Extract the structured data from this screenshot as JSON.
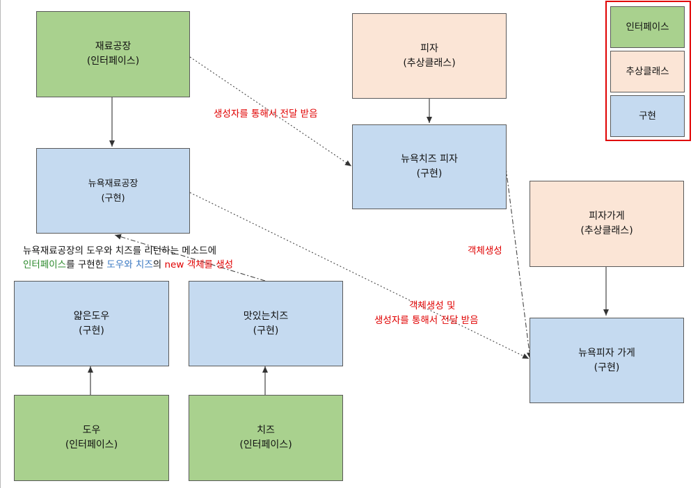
{
  "boxes": {
    "ingredient_factory": {
      "line1": "재료공장",
      "line2": "(인터페이스)"
    },
    "pizza": {
      "line1": "피자",
      "line2": "(추상클래스)"
    },
    "newyork_ingredient_factory": {
      "line1": "뉴욕재료공장",
      "line2": "(구현)"
    },
    "newyork_cheese_pizza": {
      "line1": "뉴욕치즈 피자",
      "line2": "(구현)"
    },
    "pizza_store": {
      "line1": "피자가게",
      "line2": "(추상클래스)"
    },
    "thin_dough": {
      "line1": "얇은도우",
      "line2": "(구현)"
    },
    "tasty_cheese": {
      "line1": "맛있는치즈",
      "line2": "(구현)"
    },
    "newyork_pizza_store": {
      "line1": "뉴욕피자 가게",
      "line2": "(구현)"
    },
    "dough": {
      "line1": "도우",
      "line2": "(인터페이스)"
    },
    "cheese": {
      "line1": "치즈",
      "line2": "(인터페이스)"
    }
  },
  "legend": {
    "interface": "인터페이스",
    "abstract_class": "추상클래스",
    "implementation": "구현"
  },
  "annotations": {
    "passed_via_constructor": "생성자를 통해서 전달 받음",
    "object_creation": "객체생성",
    "object_creation_and_pass_1": "객체생성 및",
    "object_creation_and_pass_2": "생성자를 통해서 전달 받음",
    "method_note_line1": "뉴욕재료공장의 도우와 치즈를 리턴하는 메소드에",
    "method_note_line2_part1": "인터페이스",
    "method_note_line2_part2": "를 구현한 ",
    "method_note_line2_part3": "도우와 치즈",
    "method_note_line2_part4": "의 ",
    "method_note_line2_part5": "new 객체를 생성"
  },
  "colors": {
    "interface": "#a9d18e",
    "abstract_class": "#fbe5d6",
    "implementation": "#c5daf0",
    "annotation_red": "#e00000",
    "legend_border": "#e00000"
  }
}
